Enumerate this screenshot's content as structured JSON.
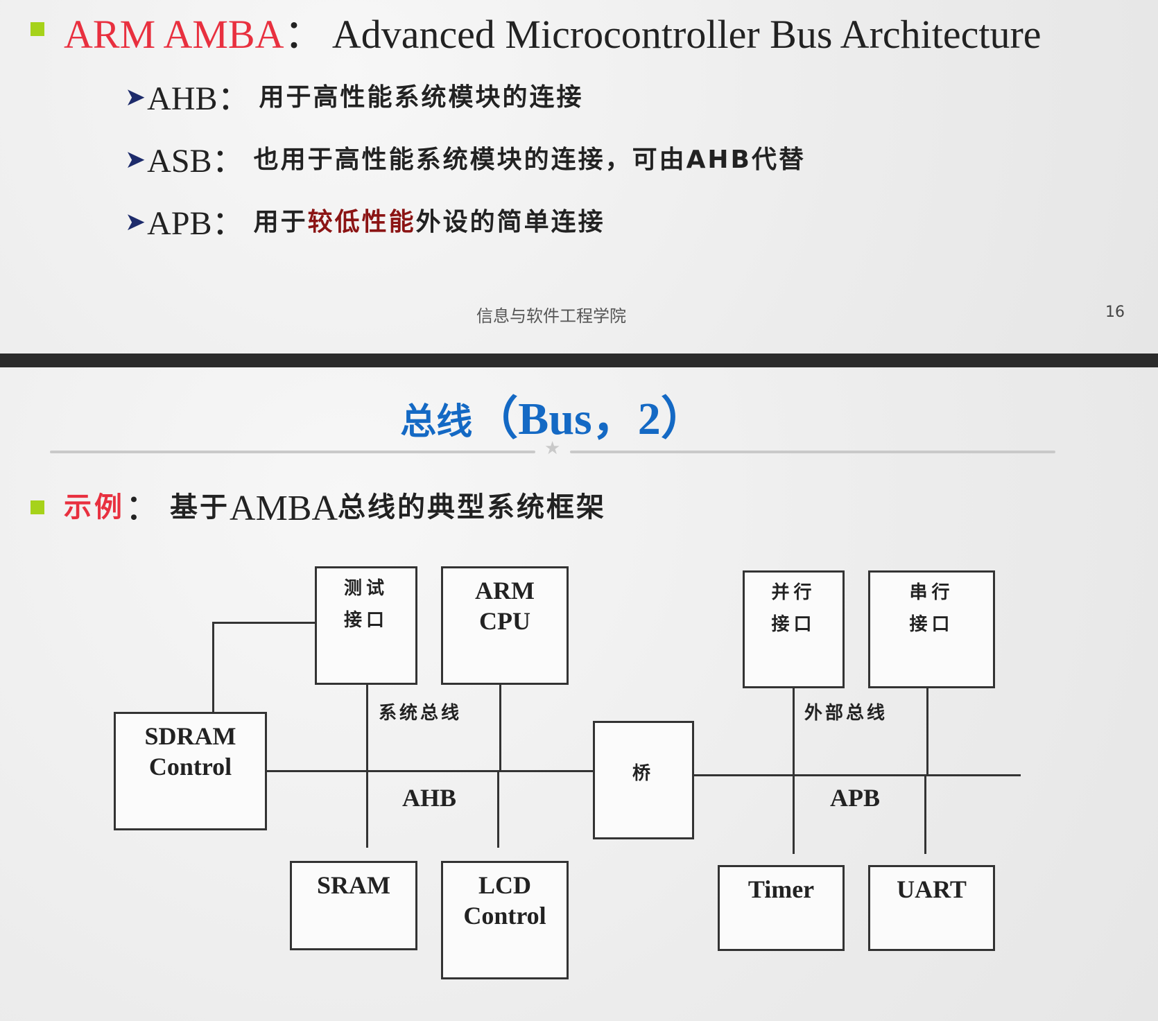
{
  "top_slide": {
    "heading": {
      "prefix": "ARM AMBA",
      "separator": "：",
      "text": "Advanced Microcontroller Bus Architecture"
    },
    "items": [
      {
        "arrow": "➤",
        "term": "AHB：",
        "text_before": "用于高性能系统模块的连接",
        "highlight": "",
        "text_after": ""
      },
      {
        "arrow": "➤",
        "term": "ASB：",
        "text_before": "也用于高性能系统模块的连接，可由AHB代替",
        "highlight": "",
        "text_after": ""
      },
      {
        "arrow": "➤",
        "term": "APB：",
        "text_before": "用于",
        "highlight": "较低性能",
        "text_after": "外设的简单连接"
      }
    ],
    "footer": {
      "center": "信息与软件工程学院",
      "page_number": "16"
    }
  },
  "bottom_slide": {
    "title": {
      "cn": "总线",
      "en": "（Bus，2）"
    },
    "example": {
      "label": "示例",
      "separator": "：",
      "text_cn1": "基于",
      "text_en": "AMBA",
      "text_cn2": "总线的典型系统框架"
    },
    "diagram": {
      "boxes": {
        "test_if": {
          "line1": "测试",
          "line2": "接口"
        },
        "arm_cpu": {
          "line1": "ARM",
          "line2": "CPU"
        },
        "sdram": {
          "line1": "SDRAM",
          "line2": "Control"
        },
        "bridge": {
          "line1": "桥"
        },
        "sram": {
          "line1": "SRAM"
        },
        "lcd": {
          "line1": "LCD",
          "line2": "Control"
        },
        "parallel_if": {
          "line1": "并行",
          "line2": "接口"
        },
        "serial_if": {
          "line1": "串行",
          "line2": "接口"
        },
        "timer": {
          "line1": "Timer"
        },
        "uart": {
          "line1": "UART"
        }
      },
      "labels": {
        "system_bus": "系统总线",
        "ahb": "AHB",
        "external_bus": "外部总线",
        "apb": "APB"
      }
    }
  },
  "colors": {
    "bullet": "#a6d21a",
    "accent_red": "#e8303f",
    "highlight_dark_red": "#8b1414",
    "title_blue": "#1469c4",
    "arrow_navy": "#1d2b6b",
    "divider": "#2b2b2b"
  }
}
